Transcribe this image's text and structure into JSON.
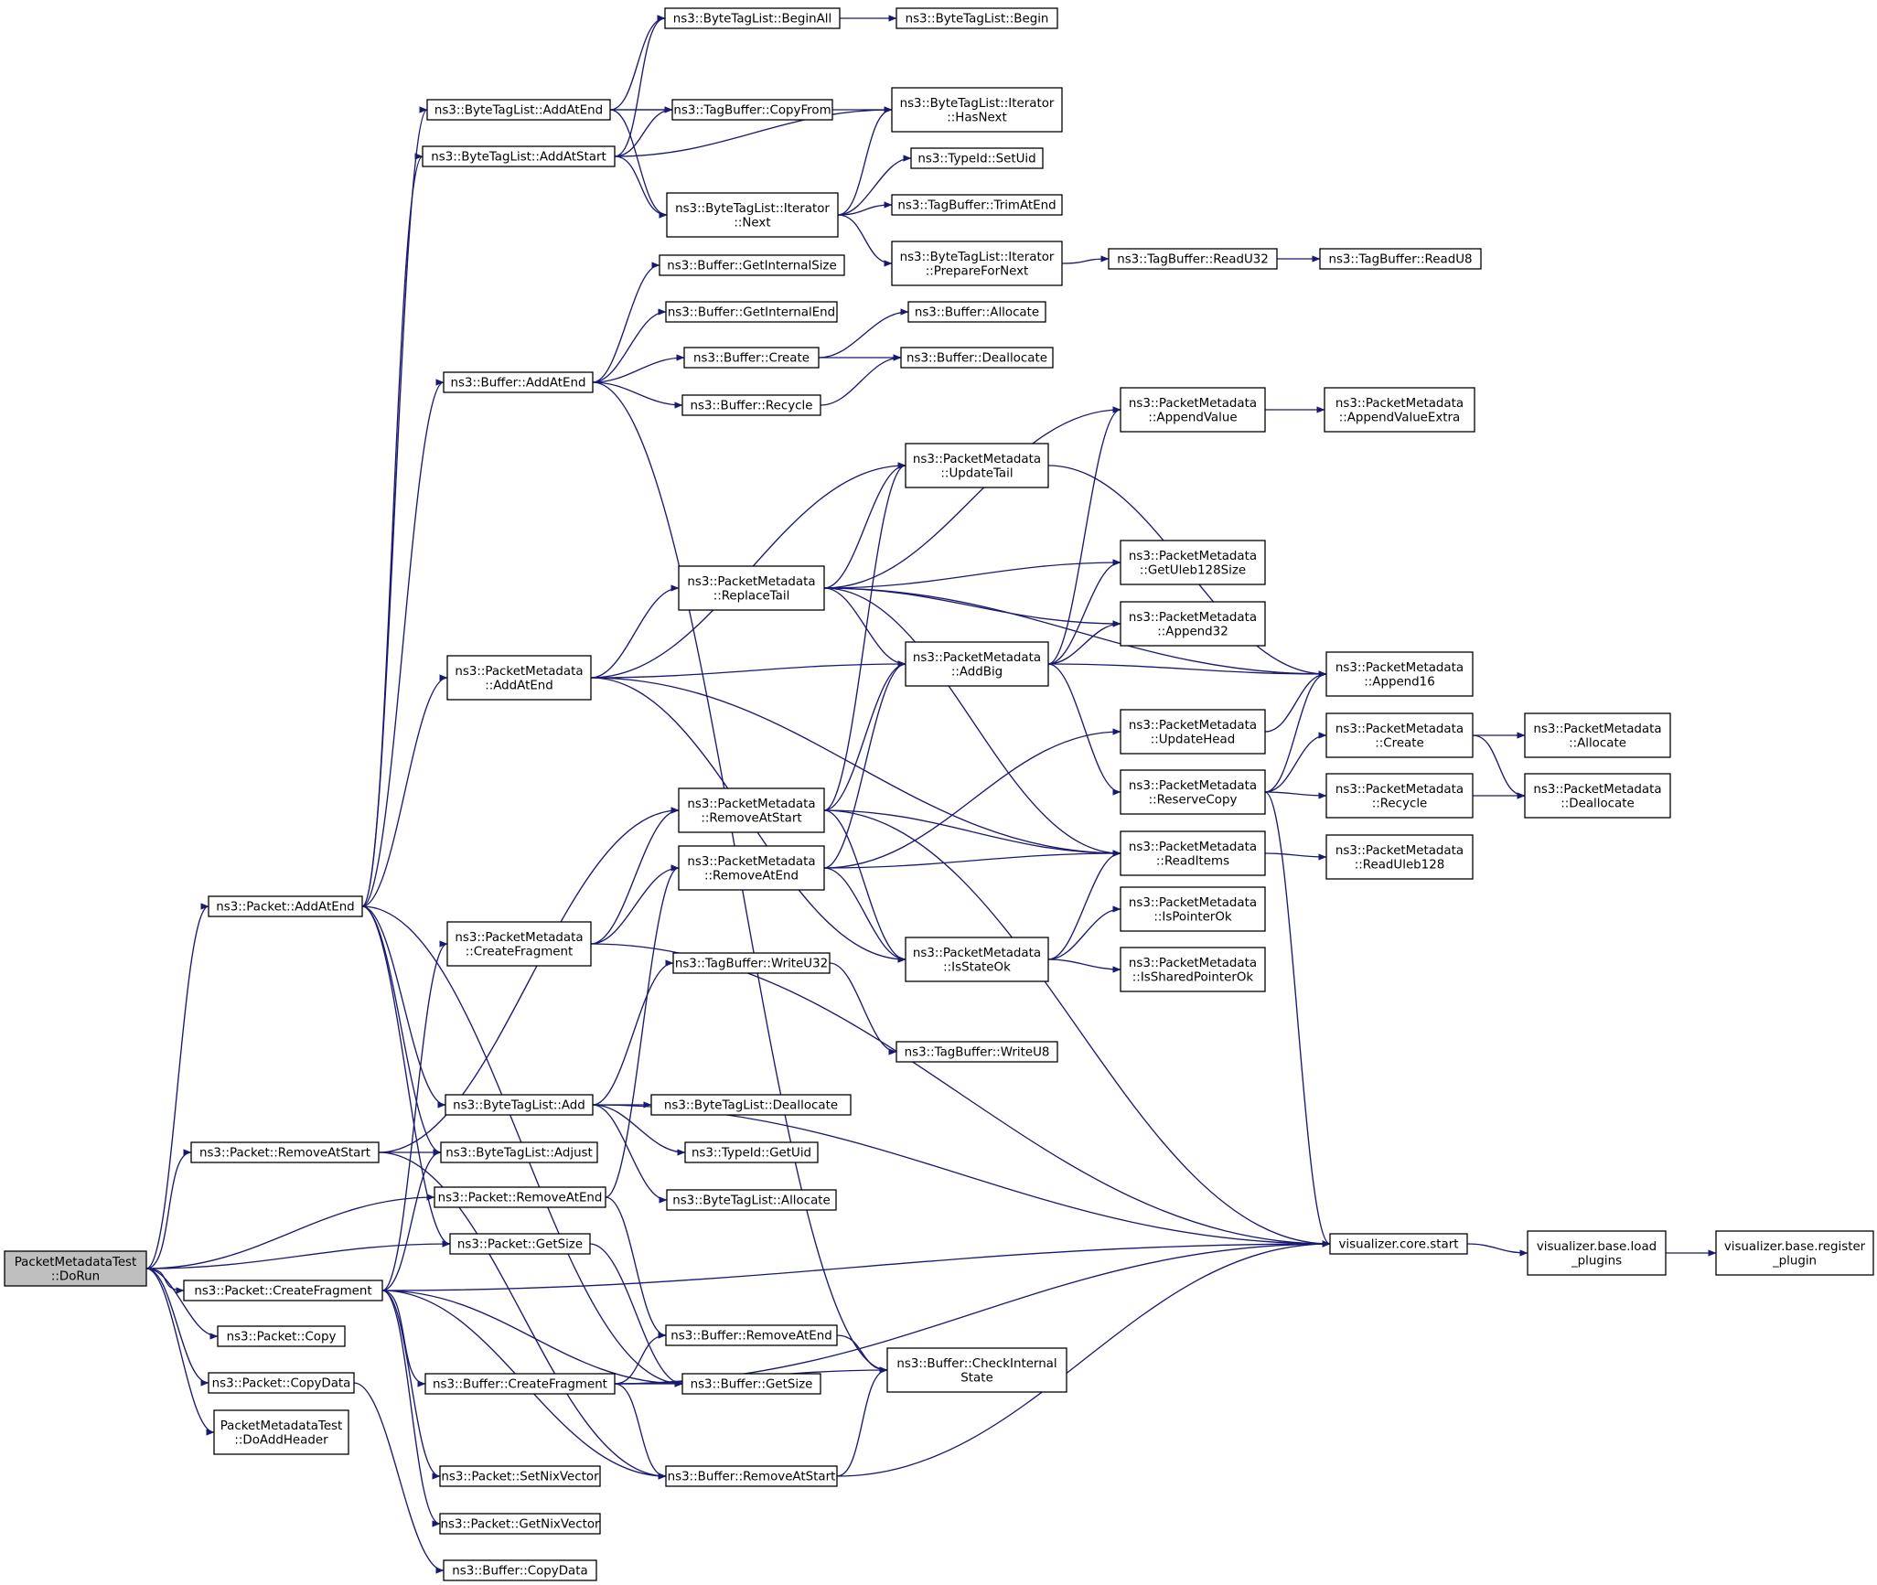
{
  "colors": {
    "edge": "#191970",
    "node_border": "#000000",
    "node_fill": "#ffffff",
    "root_fill": "#bfbfbf"
  },
  "nodes": [
    {
      "id": "n0",
      "lines": [
        "PacketMetadataTest",
        "::DoRun"
      ],
      "root": true
    },
    {
      "id": "n1",
      "lines": [
        "ns3::Packet::AddAtEnd"
      ]
    },
    {
      "id": "n2",
      "lines": [
        "ns3::Packet::RemoveAtStart"
      ]
    },
    {
      "id": "n3",
      "lines": [
        "ns3::Packet::CreateFragment"
      ]
    },
    {
      "id": "n4",
      "lines": [
        "ns3::Packet::Copy"
      ]
    },
    {
      "id": "n5",
      "lines": [
        "ns3::Packet::CopyData"
      ]
    },
    {
      "id": "n6",
      "lines": [
        "PacketMetadataTest",
        "::DoAddHeader"
      ]
    },
    {
      "id": "n7",
      "lines": [
        "ns3::ByteTagList::AddAtEnd"
      ]
    },
    {
      "id": "n8",
      "lines": [
        "ns3::ByteTagList::AddAtStart"
      ]
    },
    {
      "id": "n9",
      "lines": [
        "ns3::Buffer::AddAtEnd"
      ]
    },
    {
      "id": "n10",
      "lines": [
        "ns3::PacketMetadata",
        "::AddAtEnd"
      ]
    },
    {
      "id": "n11",
      "lines": [
        "ns3::PacketMetadata",
        "::CreateFragment"
      ]
    },
    {
      "id": "n12",
      "lines": [
        "ns3::ByteTagList::Add"
      ]
    },
    {
      "id": "n13",
      "lines": [
        "ns3::ByteTagList::Adjust"
      ]
    },
    {
      "id": "n14",
      "lines": [
        "ns3::Packet::RemoveAtEnd"
      ]
    },
    {
      "id": "n15",
      "lines": [
        "ns3::Packet::GetSize"
      ]
    },
    {
      "id": "n16",
      "lines": [
        "ns3::Buffer::CreateFragment"
      ]
    },
    {
      "id": "n17",
      "lines": [
        "ns3::Packet::SetNixVector"
      ]
    },
    {
      "id": "n18",
      "lines": [
        "ns3::Packet::GetNixVector"
      ]
    },
    {
      "id": "n19",
      "lines": [
        "ns3::Buffer::CopyData"
      ]
    },
    {
      "id": "n20",
      "lines": [
        "ns3::ByteTagList::BeginAll"
      ]
    },
    {
      "id": "n21",
      "lines": [
        "ns3::TagBuffer::CopyFrom"
      ]
    },
    {
      "id": "n22",
      "lines": [
        "ns3::ByteTagList::Iterator",
        "::Next"
      ]
    },
    {
      "id": "n23",
      "lines": [
        "ns3::Buffer::GetInternalSize"
      ]
    },
    {
      "id": "n24",
      "lines": [
        "ns3::Buffer::GetInternalEnd"
      ]
    },
    {
      "id": "n25",
      "lines": [
        "ns3::Buffer::Create"
      ]
    },
    {
      "id": "n26",
      "lines": [
        "ns3::Buffer::Recycle"
      ]
    },
    {
      "id": "n27",
      "lines": [
        "ns3::PacketMetadata",
        "::ReplaceTail"
      ]
    },
    {
      "id": "n28",
      "lines": [
        "ns3::PacketMetadata",
        "::RemoveAtStart"
      ]
    },
    {
      "id": "n29",
      "lines": [
        "ns3::PacketMetadata",
        "::RemoveAtEnd"
      ]
    },
    {
      "id": "n30",
      "lines": [
        "ns3::TagBuffer::WriteU32"
      ]
    },
    {
      "id": "n31",
      "lines": [
        "ns3::ByteTagList::Deallocate"
      ]
    },
    {
      "id": "n32",
      "lines": [
        "ns3::TypeId::GetUid"
      ]
    },
    {
      "id": "n33",
      "lines": [
        "ns3::ByteTagList::Allocate"
      ]
    },
    {
      "id": "n34",
      "lines": [
        "ns3::Buffer::RemoveAtEnd"
      ]
    },
    {
      "id": "n35",
      "lines": [
        "ns3::Buffer::GetSize"
      ]
    },
    {
      "id": "n36",
      "lines": [
        "ns3::Buffer::RemoveAtStart"
      ]
    },
    {
      "id": "n37",
      "lines": [
        "ns3::ByteTagList::Begin"
      ]
    },
    {
      "id": "n38",
      "lines": [
        "ns3::ByteTagList::Iterator",
        "::HasNext"
      ]
    },
    {
      "id": "n39",
      "lines": [
        "ns3::TypeId::SetUid"
      ]
    },
    {
      "id": "n40",
      "lines": [
        "ns3::TagBuffer::TrimAtEnd"
      ]
    },
    {
      "id": "n41",
      "lines": [
        "ns3::ByteTagList::Iterator",
        "::PrepareForNext"
      ]
    },
    {
      "id": "n42",
      "lines": [
        "ns3::Buffer::Allocate"
      ]
    },
    {
      "id": "n43",
      "lines": [
        "ns3::Buffer::Deallocate"
      ]
    },
    {
      "id": "n44",
      "lines": [
        "ns3::PacketMetadata",
        "::UpdateTail"
      ]
    },
    {
      "id": "n45",
      "lines": [
        "ns3::PacketMetadata",
        "::AddBig"
      ]
    },
    {
      "id": "n46",
      "lines": [
        "ns3::PacketMetadata",
        "::IsStateOk"
      ]
    },
    {
      "id": "n47",
      "lines": [
        "ns3::TagBuffer::WriteU8"
      ]
    },
    {
      "id": "n48",
      "lines": [
        "ns3::Buffer::CheckInternal",
        "State"
      ]
    },
    {
      "id": "n49",
      "lines": [
        "visualizer.core.start"
      ]
    },
    {
      "id": "n50",
      "lines": [
        "ns3::PacketMetadata",
        "::AppendValue"
      ]
    },
    {
      "id": "n51",
      "lines": [
        "ns3::PacketMetadata",
        "::GetUleb128Size"
      ]
    },
    {
      "id": "n52",
      "lines": [
        "ns3::PacketMetadata",
        "::Append32"
      ]
    },
    {
      "id": "n53",
      "lines": [
        "ns3::PacketMetadata",
        "::UpdateHead"
      ]
    },
    {
      "id": "n54",
      "lines": [
        "ns3::PacketMetadata",
        "::ReserveCopy"
      ]
    },
    {
      "id": "n55",
      "lines": [
        "ns3::PacketMetadata",
        "::ReadItems"
      ]
    },
    {
      "id": "n56",
      "lines": [
        "ns3::PacketMetadata",
        "::IsPointerOk"
      ]
    },
    {
      "id": "n57",
      "lines": [
        "ns3::PacketMetadata",
        "::IsSharedPointerOk"
      ]
    },
    {
      "id": "n58",
      "lines": [
        "ns3::TagBuffer::ReadU32"
      ]
    },
    {
      "id": "n59",
      "lines": [
        "ns3::PacketMetadata",
        "::AppendValueExtra"
      ]
    },
    {
      "id": "n60",
      "lines": [
        "ns3::PacketMetadata",
        "::Append16"
      ]
    },
    {
      "id": "n61",
      "lines": [
        "ns3::PacketMetadata",
        "::Create"
      ]
    },
    {
      "id": "n62",
      "lines": [
        "ns3::PacketMetadata",
        "::Recycle"
      ]
    },
    {
      "id": "n63",
      "lines": [
        "ns3::PacketMetadata",
        "::ReadUleb128"
      ]
    },
    {
      "id": "n64",
      "lines": [
        "visualizer.base.load",
        "_plugins"
      ]
    },
    {
      "id": "n65",
      "lines": [
        "ns3::TagBuffer::ReadU8"
      ]
    },
    {
      "id": "n66",
      "lines": [
        "ns3::PacketMetadata",
        "::Allocate"
      ]
    },
    {
      "id": "n67",
      "lines": [
        "ns3::PacketMetadata",
        "::Deallocate"
      ]
    },
    {
      "id": "n68",
      "lines": [
        "visualizer.base.register",
        "_plugin"
      ]
    }
  ],
  "edges": [
    [
      "n0",
      "n1"
    ],
    [
      "n0",
      "n2"
    ],
    [
      "n0",
      "n3"
    ],
    [
      "n0",
      "n4"
    ],
    [
      "n0",
      "n5"
    ],
    [
      "n0",
      "n6"
    ],
    [
      "n0",
      "n14"
    ],
    [
      "n0",
      "n15"
    ],
    [
      "n1",
      "n7"
    ],
    [
      "n1",
      "n8"
    ],
    [
      "n1",
      "n9"
    ],
    [
      "n1",
      "n10"
    ],
    [
      "n1",
      "n12"
    ],
    [
      "n1",
      "n13"
    ],
    [
      "n1",
      "n15"
    ],
    [
      "n1",
      "n35"
    ],
    [
      "n2",
      "n13"
    ],
    [
      "n2",
      "n28"
    ],
    [
      "n2",
      "n36"
    ],
    [
      "n3",
      "n11"
    ],
    [
      "n3",
      "n13"
    ],
    [
      "n3",
      "n16"
    ],
    [
      "n3",
      "n17"
    ],
    [
      "n3",
      "n18"
    ],
    [
      "n3",
      "n35"
    ],
    [
      "n3",
      "n49"
    ],
    [
      "n3",
      "n36"
    ],
    [
      "n5",
      "n19"
    ],
    [
      "n7",
      "n20"
    ],
    [
      "n7",
      "n21"
    ],
    [
      "n7",
      "n22"
    ],
    [
      "n7",
      "n38"
    ],
    [
      "n8",
      "n20"
    ],
    [
      "n8",
      "n21"
    ],
    [
      "n8",
      "n22"
    ],
    [
      "n8",
      "n38"
    ],
    [
      "n9",
      "n23"
    ],
    [
      "n9",
      "n24"
    ],
    [
      "n9",
      "n25"
    ],
    [
      "n9",
      "n26"
    ],
    [
      "n9",
      "n48"
    ],
    [
      "n10",
      "n44"
    ],
    [
      "n10",
      "n27"
    ],
    [
      "n10",
      "n45"
    ],
    [
      "n10",
      "n55"
    ],
    [
      "n10",
      "n46"
    ],
    [
      "n11",
      "n28"
    ],
    [
      "n11",
      "n29"
    ],
    [
      "n11",
      "n49"
    ],
    [
      "n12",
      "n30"
    ],
    [
      "n12",
      "n31"
    ],
    [
      "n12",
      "n32"
    ],
    [
      "n12",
      "n33"
    ],
    [
      "n12",
      "n49"
    ],
    [
      "n14",
      "n29"
    ],
    [
      "n14",
      "n34"
    ],
    [
      "n15",
      "n35"
    ],
    [
      "n16",
      "n34"
    ],
    [
      "n16",
      "n35"
    ],
    [
      "n16",
      "n36"
    ],
    [
      "n16",
      "n48"
    ],
    [
      "n16",
      "n49"
    ],
    [
      "n20",
      "n37"
    ],
    [
      "n22",
      "n38"
    ],
    [
      "n22",
      "n39"
    ],
    [
      "n22",
      "n40"
    ],
    [
      "n22",
      "n41"
    ],
    [
      "n25",
      "n42"
    ],
    [
      "n25",
      "n43"
    ],
    [
      "n26",
      "n43"
    ],
    [
      "n27",
      "n50"
    ],
    [
      "n27",
      "n44"
    ],
    [
      "n27",
      "n51"
    ],
    [
      "n27",
      "n52"
    ],
    [
      "n27",
      "n45"
    ],
    [
      "n27",
      "n60"
    ],
    [
      "n27",
      "n55"
    ],
    [
      "n28",
      "n44"
    ],
    [
      "n28",
      "n45"
    ],
    [
      "n28",
      "n55"
    ],
    [
      "n28",
      "n46"
    ],
    [
      "n28",
      "n49"
    ],
    [
      "n29",
      "n45"
    ],
    [
      "n29",
      "n53"
    ],
    [
      "n29",
      "n55"
    ],
    [
      "n29",
      "n46"
    ],
    [
      "n30",
      "n47"
    ],
    [
      "n34",
      "n48"
    ],
    [
      "n36",
      "n48"
    ],
    [
      "n36",
      "n49"
    ],
    [
      "n41",
      "n58"
    ],
    [
      "n44",
      "n60"
    ],
    [
      "n45",
      "n50"
    ],
    [
      "n45",
      "n51"
    ],
    [
      "n45",
      "n52"
    ],
    [
      "n45",
      "n60"
    ],
    [
      "n45",
      "n54"
    ],
    [
      "n46",
      "n55"
    ],
    [
      "n46",
      "n56"
    ],
    [
      "n46",
      "n57"
    ],
    [
      "n49",
      "n64"
    ],
    [
      "n50",
      "n59"
    ],
    [
      "n53",
      "n60"
    ],
    [
      "n54",
      "n60"
    ],
    [
      "n54",
      "n61"
    ],
    [
      "n54",
      "n62"
    ],
    [
      "n54",
      "n49"
    ],
    [
      "n55",
      "n63"
    ],
    [
      "n58",
      "n65"
    ],
    [
      "n61",
      "n66"
    ],
    [
      "n61",
      "n67"
    ],
    [
      "n62",
      "n67"
    ],
    [
      "n64",
      "n68"
    ]
  ]
}
